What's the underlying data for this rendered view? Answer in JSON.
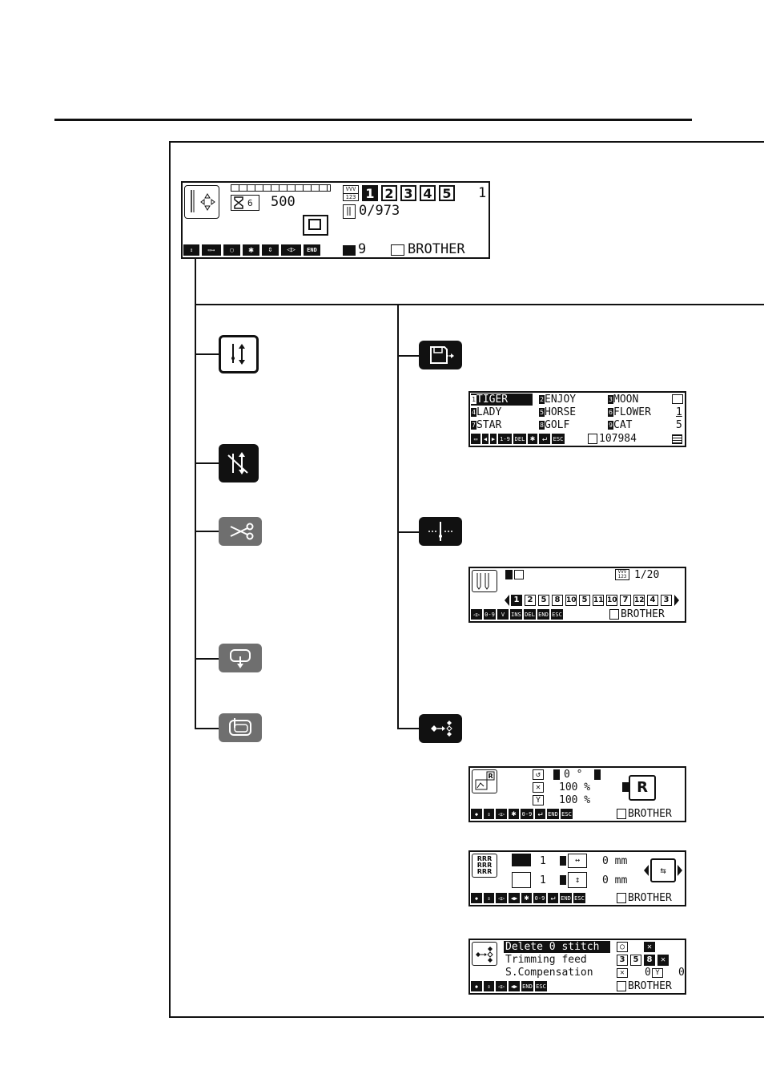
{
  "main_lcd": {
    "count_label": "6",
    "count_value": "500",
    "needles": [
      "1",
      "2",
      "3",
      "4",
      "5"
    ],
    "selected_needle": "1",
    "page_number": "1",
    "stitch_count": "0/973",
    "toolbar": [
      "needle-up-down",
      "save",
      "file",
      "asterisk",
      "up-down",
      "left-right",
      "END"
    ],
    "frame_label": "9",
    "design_name": "BROTHER"
  },
  "memory_lcd": {
    "items": [
      {
        "num": "1",
        "name": "TIGER",
        "selected": true
      },
      {
        "num": "2",
        "name": "ENJOY"
      },
      {
        "num": "3",
        "name": "MOON"
      },
      {
        "num": "4",
        "name": "LADY"
      },
      {
        "num": "5",
        "name": "HORSE"
      },
      {
        "num": "6",
        "name": "FLOWER"
      },
      {
        "num": "7",
        "name": "STAR"
      },
      {
        "num": "8",
        "name": "GOLF"
      },
      {
        "num": "9",
        "name": "CAT"
      }
    ],
    "page_current": "1",
    "page_total": "5",
    "toolbar": [
      "save",
      "left",
      "right",
      "1-9",
      "DEL",
      "asterisk",
      "enter",
      "ESC"
    ],
    "free_memory": "107984"
  },
  "needle_lcd": {
    "sequence_count": "1/20",
    "sequence": [
      "1",
      "2",
      "5",
      "8",
      "10",
      "5",
      "11",
      "10",
      "7",
      "12",
      "4",
      "3"
    ],
    "toolbar": [
      "left-right",
      "0-9",
      "needle",
      "INS",
      "DEL",
      "END",
      "ESC"
    ],
    "design_name": "BROTHER"
  },
  "rotate_lcd": {
    "angle": "0 °",
    "x_scale": "100 %",
    "y_scale": "100 %",
    "preview_letter": "R",
    "toolbar": [
      "edit",
      "up-down",
      "left-right",
      "asterisk",
      "0-9",
      "enter",
      "END",
      "ESC"
    ],
    "design_name": "BROTHER"
  },
  "repeat_lcd": {
    "rows": "1",
    "cols": "1",
    "x_spacing": "0 mm",
    "y_spacing": "0 mm",
    "toolbar": [
      "edit",
      "up-down",
      "left-right",
      "left",
      "right",
      "asterisk",
      "0-9",
      "enter",
      "END",
      "ESC"
    ],
    "design_name": "BROTHER"
  },
  "options_lcd": {
    "rows": [
      {
        "label": "Delete 0 stitch",
        "selected": true
      },
      {
        "label": "Trimming feed"
      },
      {
        "label": "S.Compensation"
      }
    ],
    "trim_values": [
      "3",
      "5",
      "8"
    ],
    "comp_x": "0",
    "comp_y": "0",
    "toolbar": [
      "edit",
      "up-down",
      "left-right",
      "left",
      "right",
      "END",
      "ESC"
    ],
    "design_name": "BROTHER"
  },
  "keys": {
    "left": [
      "needle-up-down-key",
      "needle-up-down-inverted-key",
      "thread-trim-key",
      "frame-return-key",
      "frame-trace-key"
    ],
    "right": [
      "save-design-key",
      "needle-sequence-key",
      "edit-design-key"
    ]
  }
}
